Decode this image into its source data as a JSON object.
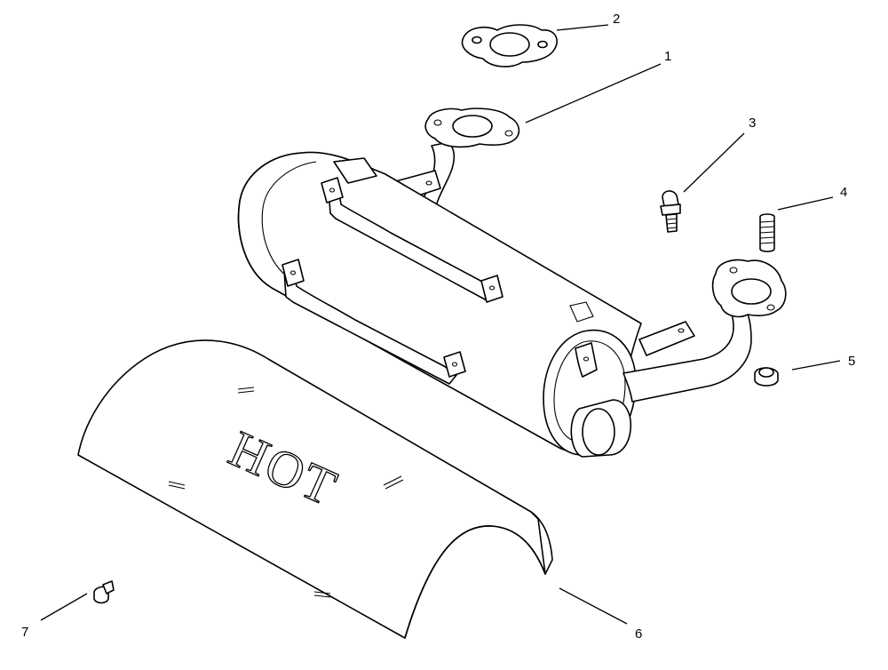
{
  "diagram": {
    "shield_text": "HOT",
    "callouts": [
      {
        "id": "1",
        "label": "1"
      },
      {
        "id": "2",
        "label": "2"
      },
      {
        "id": "3",
        "label": "3"
      },
      {
        "id": "4",
        "label": "4"
      },
      {
        "id": "5",
        "label": "5"
      },
      {
        "id": "6",
        "label": "6"
      },
      {
        "id": "7",
        "label": "7"
      }
    ]
  }
}
